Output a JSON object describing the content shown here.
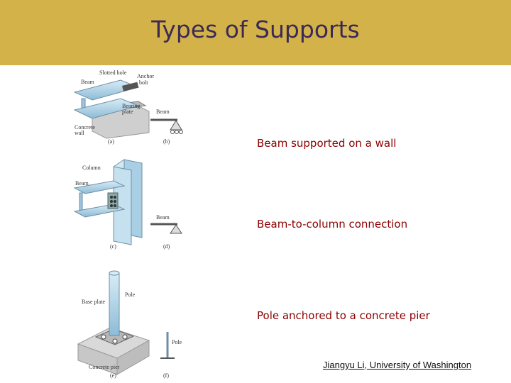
{
  "title": "Types of Supports",
  "captions": {
    "wall": "Beam supported on a wall",
    "column": "Beam-to-column connection",
    "pier": "Pole anchored to a concrete pier"
  },
  "figure_labels": {
    "slotted_hole": "Slotted hole",
    "anchor_bolt_1": "Anchor",
    "anchor_bolt_2": "bolt",
    "beam_a": "Beam",
    "bearing_plate_1": "Bearing",
    "bearing_plate_2": "plate",
    "concrete_wall_1": "Concrete",
    "concrete_wall_2": "wall",
    "beam_b": "Beam",
    "sub_a": "(a)",
    "sub_b": "(b)",
    "column": "Column",
    "beam_c": "Beam",
    "beam_d": "Beam",
    "sub_c": "(c)",
    "sub_d": "(d)",
    "pole_e": "Pole",
    "base_plate": "Base plate",
    "concrete_pier": "Concrete pier",
    "pole_f": "Pole",
    "sub_e": "(e)",
    "sub_f": "(f)"
  },
  "credit": "Jiangyu Li, University of Washington",
  "colors": {
    "header": "#d4b24a",
    "title": "#3a2a55",
    "caption": "#8b0000",
    "steel": "#a9cfe4"
  }
}
